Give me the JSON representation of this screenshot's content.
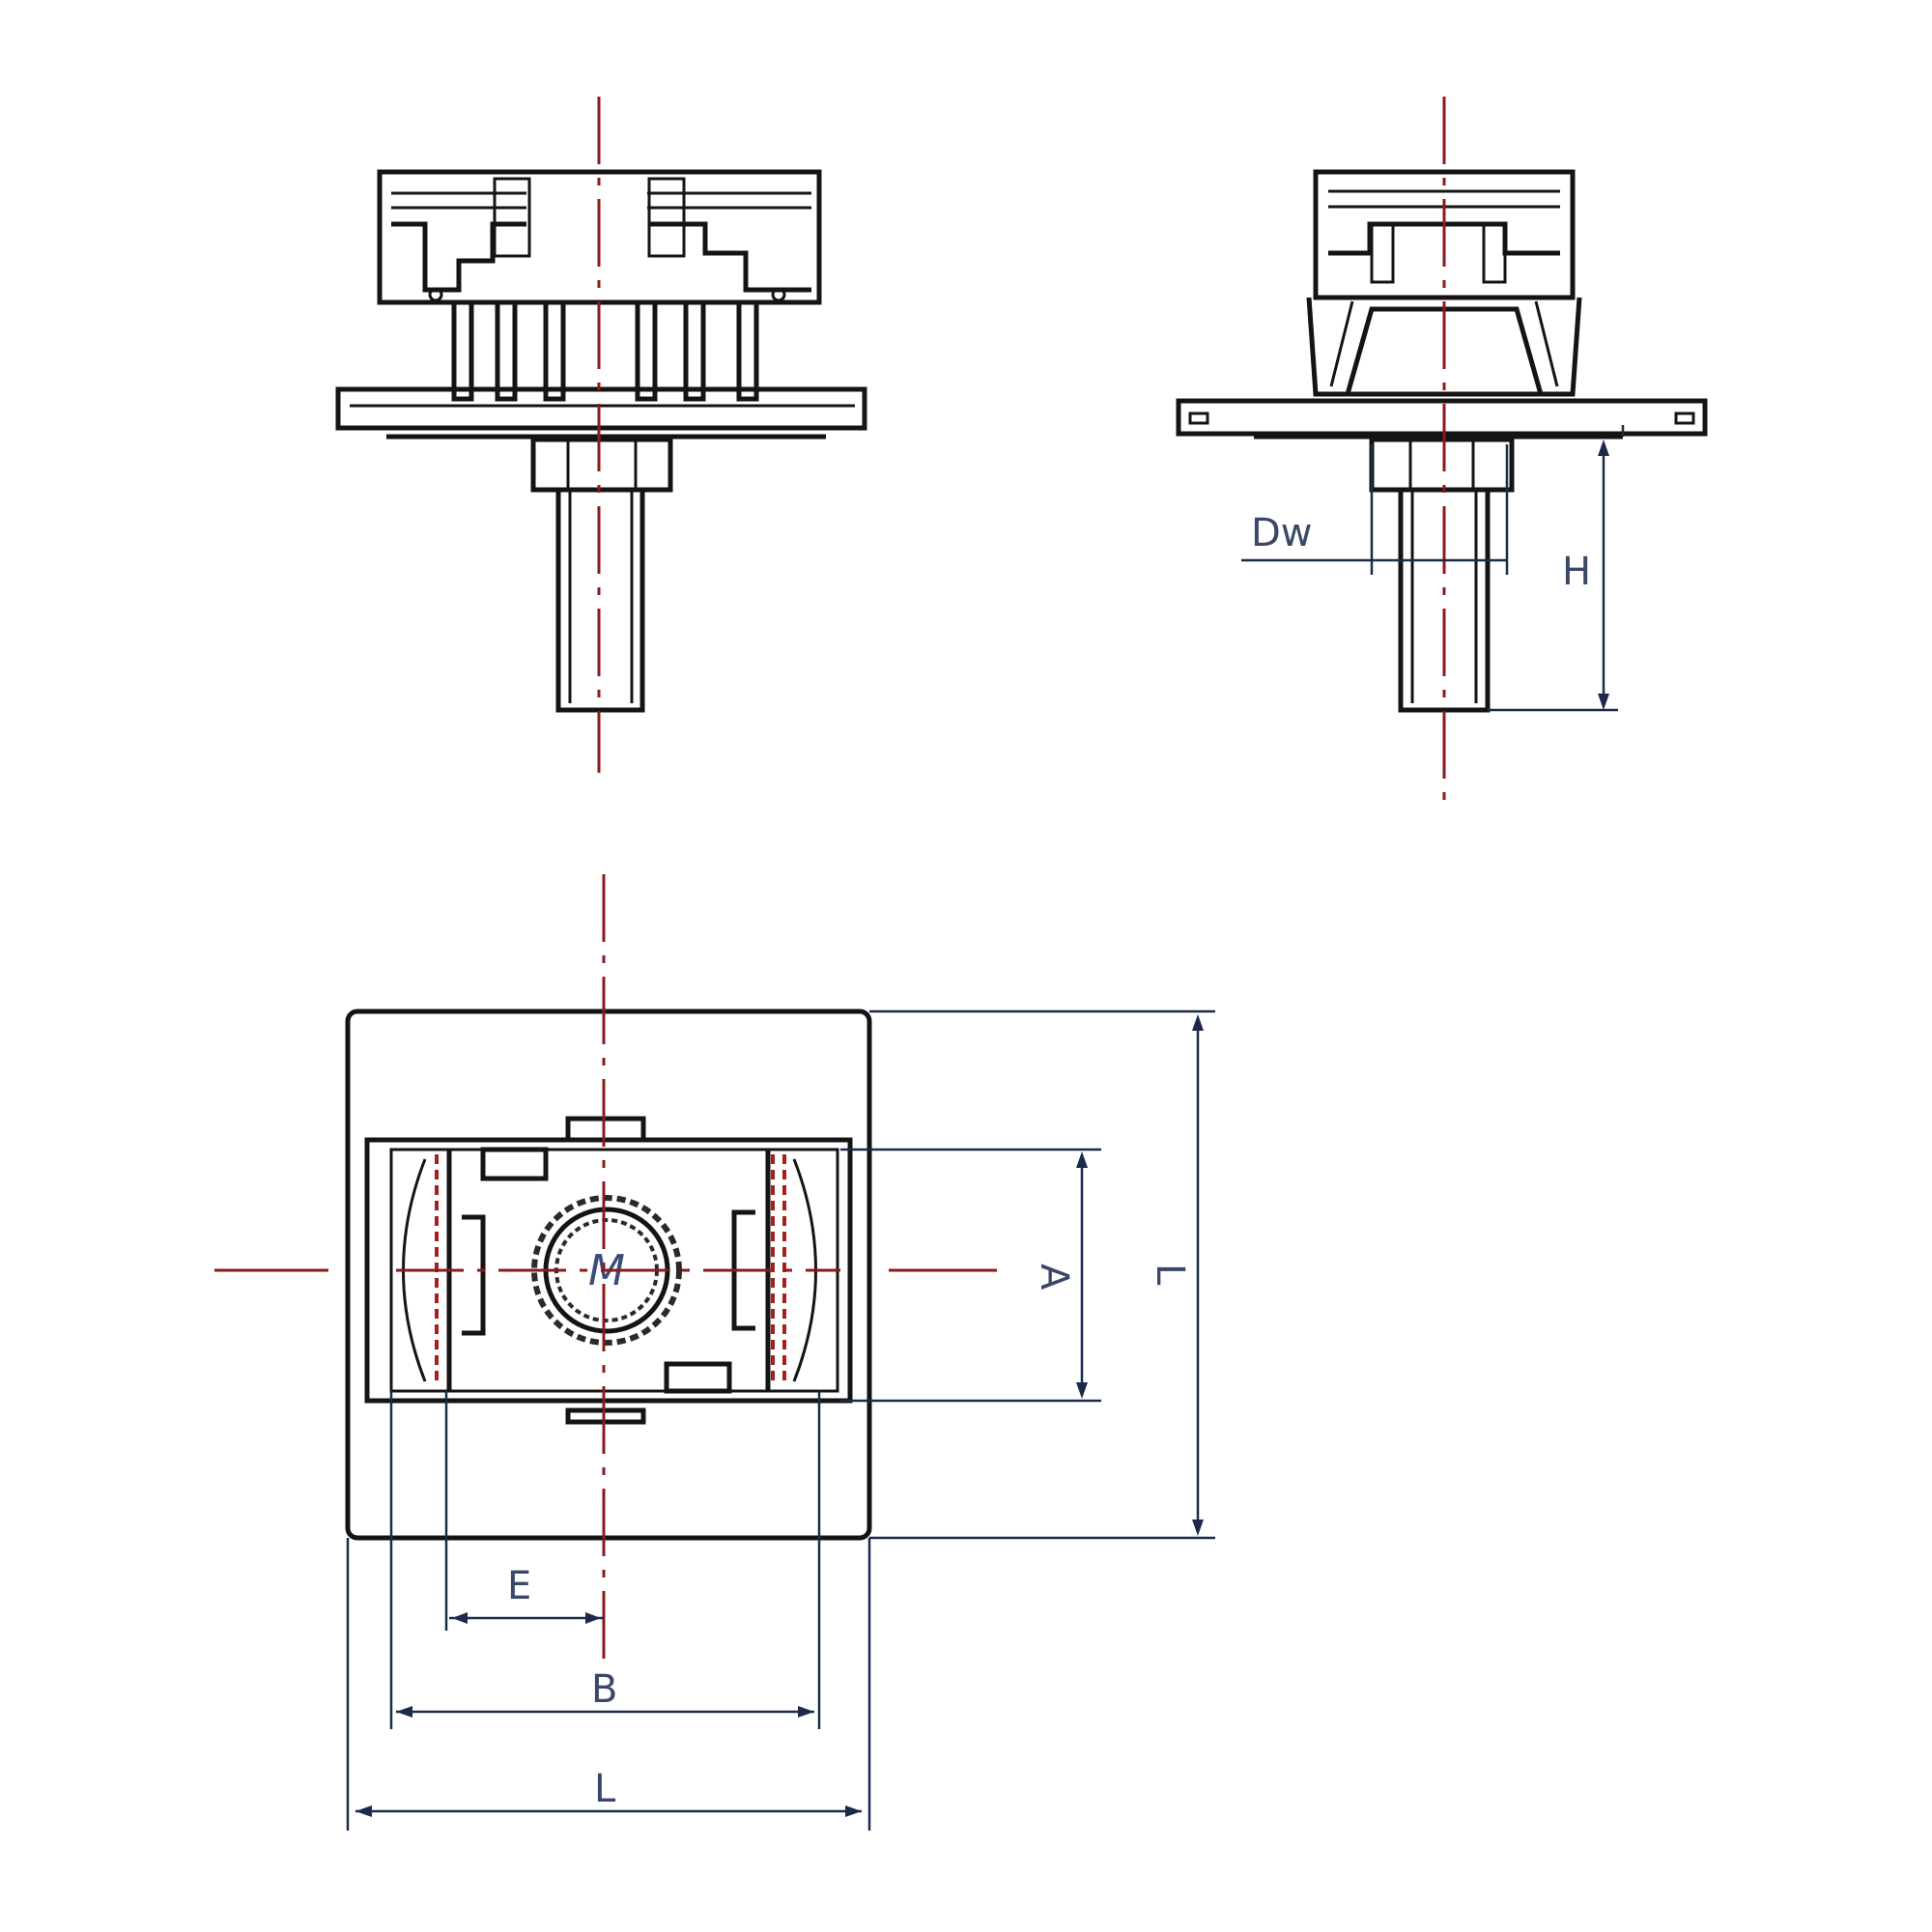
{
  "drawing": {
    "views": [
      "front-view",
      "side-view",
      "top-view"
    ],
    "colors": {
      "outline": "#141414",
      "centerline": "#8b1a1a",
      "hatch": "#a32020",
      "dimension": "#1c2a4a"
    }
  },
  "labels": {
    "dw": "Dw",
    "h": "H",
    "a": "A",
    "l_vertical": "L",
    "e": "E",
    "b": "B",
    "l_horizontal": "L",
    "center_mark": "M"
  }
}
